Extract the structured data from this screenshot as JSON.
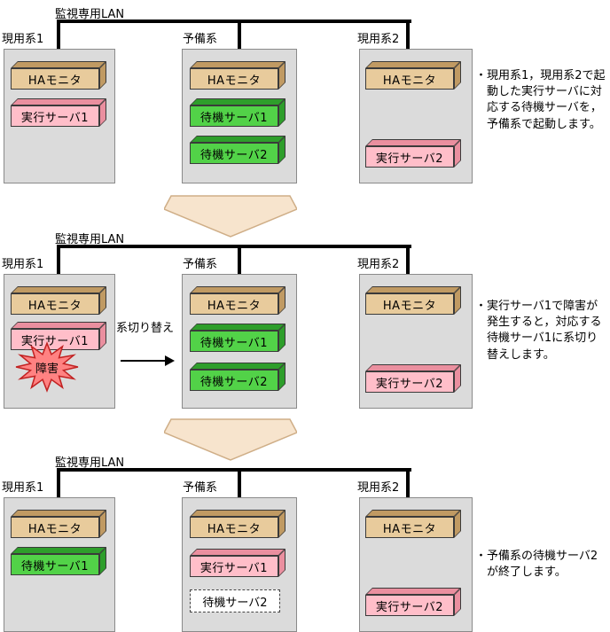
{
  "colors": {
    "ha_front": "#e8cb9c",
    "ha_side": "#c09a63",
    "exec_front": "#ffbec9",
    "exec_side": "#ea8f9f",
    "standby_front": "#52d248",
    "standby_side": "#2e9e2b",
    "system_box_bg": "#dbdbdb",
    "lan_line": "#000000",
    "down_arrow_fill": "#f7e4cd",
    "down_arrow_border": "#cfae87",
    "burst_fill": "#ff8282",
    "burst_border": "#c22222"
  },
  "stages": [
    {
      "lan_label": "監視専用LAN",
      "systems": [
        {
          "label": "現用系1",
          "servers": [
            {
              "text": "HAモニタ",
              "type": "ha"
            },
            {
              "text": "実行サーバ1",
              "type": "exec"
            }
          ]
        },
        {
          "label": "予備系",
          "servers": [
            {
              "text": "HAモニタ",
              "type": "ha"
            },
            {
              "text": "待機サーバ1",
              "type": "standby"
            },
            {
              "text": "待機サーバ2",
              "type": "standby"
            }
          ]
        },
        {
          "label": "現用系2",
          "servers": [
            {
              "text": "HAモニタ",
              "type": "ha"
            },
            {
              "text": "実行サーバ2",
              "type": "exec"
            }
          ]
        }
      ],
      "note": "・現用系1，現用系2で起動した実行サーバに対応する待機サーバを，予備系で起動します。"
    },
    {
      "lan_label": "監視専用LAN",
      "switch_label": "系切り替え",
      "failure_label": "障害",
      "systems": [
        {
          "label": "現用系1",
          "servers": [
            {
              "text": "HAモニタ",
              "type": "ha"
            },
            {
              "text": "実行サーバ1",
              "type": "exec"
            }
          ]
        },
        {
          "label": "予備系",
          "servers": [
            {
              "text": "HAモニタ",
              "type": "ha"
            },
            {
              "text": "待機サーバ1",
              "type": "standby"
            },
            {
              "text": "待機サーバ2",
              "type": "standby"
            }
          ]
        },
        {
          "label": "現用系2",
          "servers": [
            {
              "text": "HAモニタ",
              "type": "ha"
            },
            {
              "text": "実行サーバ2",
              "type": "exec"
            }
          ]
        }
      ],
      "note": "・実行サーバ1で障害が発生すると，対応する待機サーバ1に系切り替えします。"
    },
    {
      "lan_label": "監視専用LAN",
      "systems": [
        {
          "label": "現用系1",
          "servers": [
            {
              "text": "HAモニタ",
              "type": "ha"
            },
            {
              "text": "待機サーバ1",
              "type": "standby"
            }
          ]
        },
        {
          "label": "予備系",
          "servers": [
            {
              "text": "HAモニタ",
              "type": "ha"
            },
            {
              "text": "実行サーバ1",
              "type": "exec"
            },
            {
              "text": "待機サーバ2",
              "type": "standby",
              "dashed": true,
              "state": "terminated"
            }
          ]
        },
        {
          "label": "現用系2",
          "servers": [
            {
              "text": "HAモニタ",
              "type": "ha"
            },
            {
              "text": "実行サーバ2",
              "type": "exec"
            }
          ]
        }
      ],
      "note": "・予備系の待機サーバ2が終了します。"
    }
  ]
}
